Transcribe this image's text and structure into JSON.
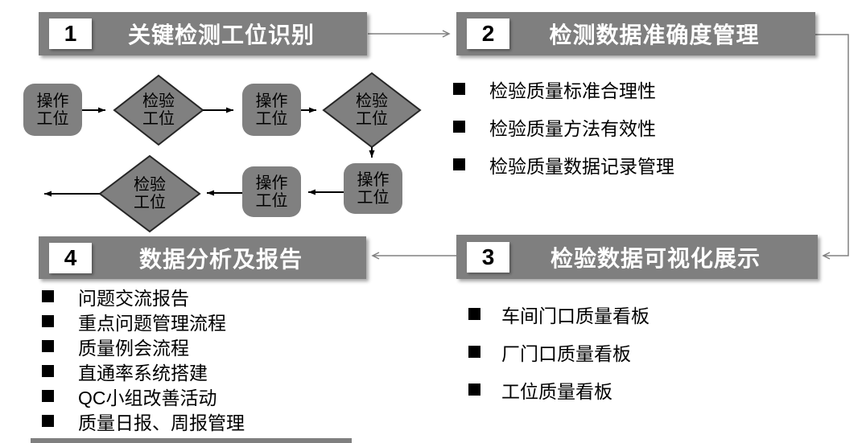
{
  "colors": {
    "header_gray": "#7f7f7f",
    "shape_gray": "#808080",
    "diamond_border": "#262626",
    "flow_arrow": "#000000",
    "connector_gray": "#808080",
    "header_text": "#ffffff",
    "body_text": "#000000"
  },
  "steps": [
    {
      "number": "1",
      "title": "关键检测工位识别"
    },
    {
      "number": "2",
      "title": "检测数据准确度管理",
      "bullets": [
        "检验质量标准合理性",
        "检验质量方法有效性",
        "检验质量数据记录管理"
      ]
    },
    {
      "number": "3",
      "title": "检验数据可视化展示",
      "bullets": [
        "车间门口质量看板",
        "厂门口质量看板",
        "工位质量看板"
      ]
    },
    {
      "number": "4",
      "title": "数据分析及报告",
      "bullets": [
        "问题交流报告",
        "重点问题管理流程",
        "质量例会流程",
        "直通率系统搭建",
        "QC小组改善活动",
        "质量日报、周报管理"
      ]
    }
  ],
  "flowchart": {
    "operation_label": [
      "操作",
      "工位"
    ],
    "inspection_label": [
      "检验",
      "工位"
    ]
  }
}
